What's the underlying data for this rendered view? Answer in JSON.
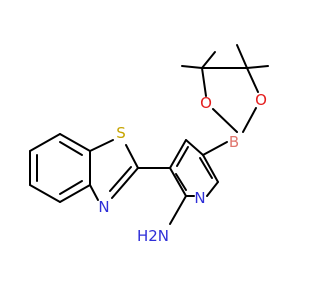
{
  "colors": {
    "S": "#c6a400",
    "N": "#2f2fd8",
    "B": "#e0766e",
    "O": "#e41c1c",
    "bond": "#000000"
  },
  "atoms": {
    "sulfur": "S",
    "thiazole_nitrogen": "N",
    "pyridine_nitrogen": "N",
    "amine": "H2N",
    "boron": "B",
    "oxygen_top": "O",
    "oxygen_bottom": "O"
  }
}
